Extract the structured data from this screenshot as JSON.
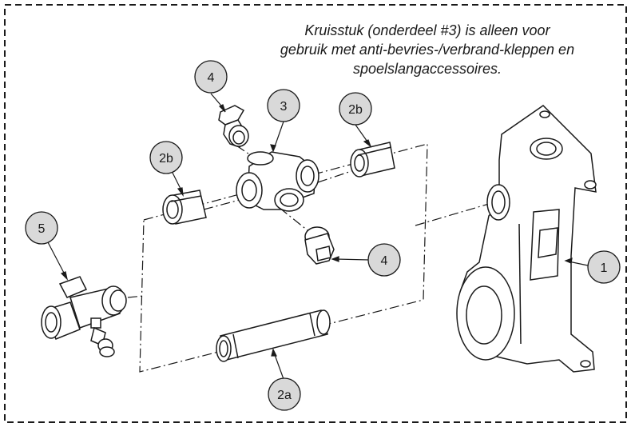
{
  "note": {
    "lines": [
      "Kruisstuk (onderdeel #3) is alleen voor",
      "gebruik met anti-bevries-/verbrand-kleppen en",
      "spoelslangaccessoires."
    ]
  },
  "callouts": [
    {
      "id": "part-1",
      "label": "1"
    },
    {
      "id": "part-2a",
      "label": "2a"
    },
    {
      "id": "part-2b-left",
      "label": "2b"
    },
    {
      "id": "part-2b-right",
      "label": "2b"
    },
    {
      "id": "part-3",
      "label": "3"
    },
    {
      "id": "part-4-top",
      "label": "4"
    },
    {
      "id": "part-4-bottom",
      "label": "4"
    },
    {
      "id": "part-5",
      "label": "5"
    }
  ],
  "colors": {
    "line": "#1a1a1a",
    "callout_fill": "#d9d9d9",
    "background": "#ffffff"
  }
}
